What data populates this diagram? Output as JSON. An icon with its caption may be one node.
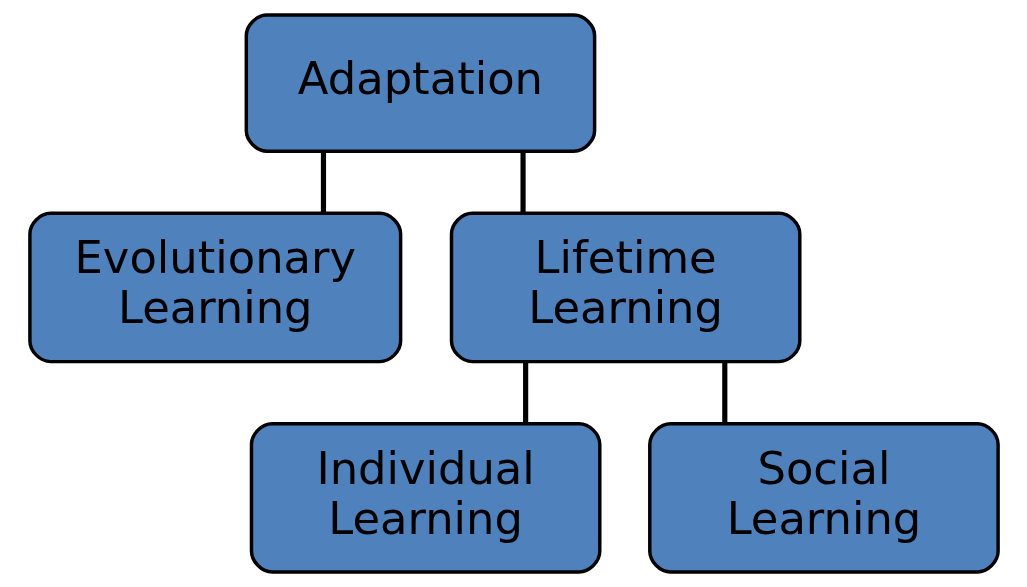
{
  "diagram": {
    "nodes": [
      {
        "text": [
          "Adaptation"
        ]
      },
      {
        "text": [
          "Evolutionary Learning"
        ]
      },
      {
        "text": [
          "Lifetime Learning"
        ]
      },
      {
        "text": [
          "Individual Learning"
        ]
      },
      {
        "text": [
          "Social Learning"
        ]
      }
    ],
    "edges": [
      {
        "from": 0,
        "to": 1,
        "arrow": "none"
      },
      {
        "from": 0,
        "to": 2,
        "arrow": "none"
      },
      {
        "from": 2,
        "to": 3,
        "arrow": "none"
      },
      {
        "from": 2,
        "to": 4,
        "arrow": "none"
      }
    ]
  }
}
